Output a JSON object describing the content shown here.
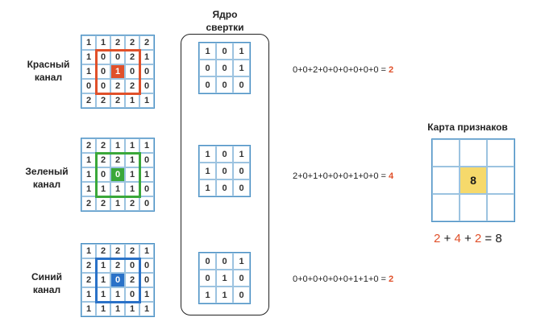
{
  "channels": [
    {
      "label_line1": "Красный",
      "label_line2": "канал",
      "color": "#e0502a",
      "center_fill": "#e0502a",
      "matrix": [
        [
          "1",
          "1",
          "2",
          "2",
          "2"
        ],
        [
          "1",
          "0",
          "0",
          "2",
          "1"
        ],
        [
          "1",
          "0",
          "1",
          "0",
          "0"
        ],
        [
          "0",
          "0",
          "2",
          "2",
          "0"
        ],
        [
          "2",
          "2",
          "2",
          "1",
          "1"
        ]
      ],
      "kernel": [
        [
          "1",
          "0",
          "1"
        ],
        [
          "0",
          "0",
          "1"
        ],
        [
          "0",
          "0",
          "0"
        ]
      ],
      "equation": "0+0+2+0+0+0+0+0+0 = ",
      "result": "2"
    },
    {
      "label_line1": "Зеленый",
      "label_line2": "канал",
      "color": "#3aa83a",
      "center_fill": "#3aa83a",
      "matrix": [
        [
          "2",
          "2",
          "1",
          "1",
          "1"
        ],
        [
          "1",
          "2",
          "2",
          "1",
          "0"
        ],
        [
          "1",
          "0",
          "0",
          "1",
          "1"
        ],
        [
          "1",
          "1",
          "1",
          "1",
          "0"
        ],
        [
          "2",
          "2",
          "1",
          "2",
          "0"
        ]
      ],
      "kernel": [
        [
          "1",
          "0",
          "1"
        ],
        [
          "1",
          "0",
          "0"
        ],
        [
          "1",
          "0",
          "0"
        ]
      ],
      "equation": "2+0+1+0+0+0+1+0+0 = ",
      "result": "4"
    },
    {
      "label_line1": "Синий",
      "label_line2": "канал",
      "color": "#2a72c8",
      "center_fill": "#2a72c8",
      "matrix": [
        [
          "1",
          "2",
          "2",
          "2",
          "1"
        ],
        [
          "2",
          "1",
          "2",
          "0",
          "0"
        ],
        [
          "2",
          "1",
          "0",
          "2",
          "0"
        ],
        [
          "1",
          "1",
          "1",
          "0",
          "1"
        ],
        [
          "1",
          "1",
          "1",
          "1",
          "1"
        ]
      ],
      "kernel": [
        [
          "0",
          "0",
          "1"
        ],
        [
          "0",
          "1",
          "0"
        ],
        [
          "1",
          "1",
          "0"
        ]
      ],
      "equation": "0+0+0+0+0+0+1+1+0 = ",
      "result": "2"
    }
  ],
  "kernel_title_line1": "Ядро",
  "kernel_title_line2": "свертки",
  "feature_map": {
    "title": "Карта признаков",
    "center_value": "8",
    "center_color": "#f6d96b",
    "sum": {
      "a": "2",
      "plus1": " + ",
      "b": "4",
      "plus2": " + ",
      "c": "2",
      "eq": " = ",
      "total": "8"
    }
  }
}
